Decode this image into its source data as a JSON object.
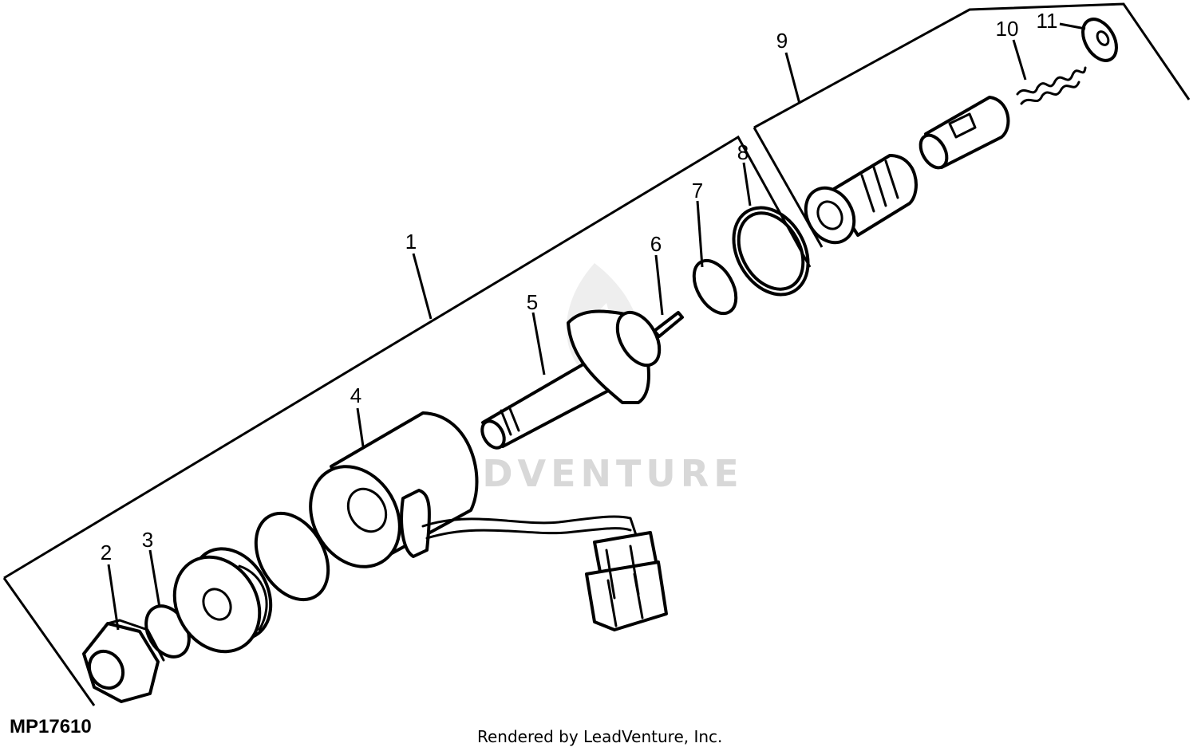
{
  "figure": {
    "id_label": "MP17610",
    "credit": "Rendered by LeadVenture, Inc.",
    "watermark": "LEADVENTURE"
  },
  "callouts": [
    "1",
    "2",
    "3",
    "4",
    "5",
    "6",
    "7",
    "8",
    "9",
    "10",
    "11"
  ],
  "colors": {
    "line": "#000000",
    "background": "#ffffff",
    "watermark": "#d8d8d8"
  }
}
